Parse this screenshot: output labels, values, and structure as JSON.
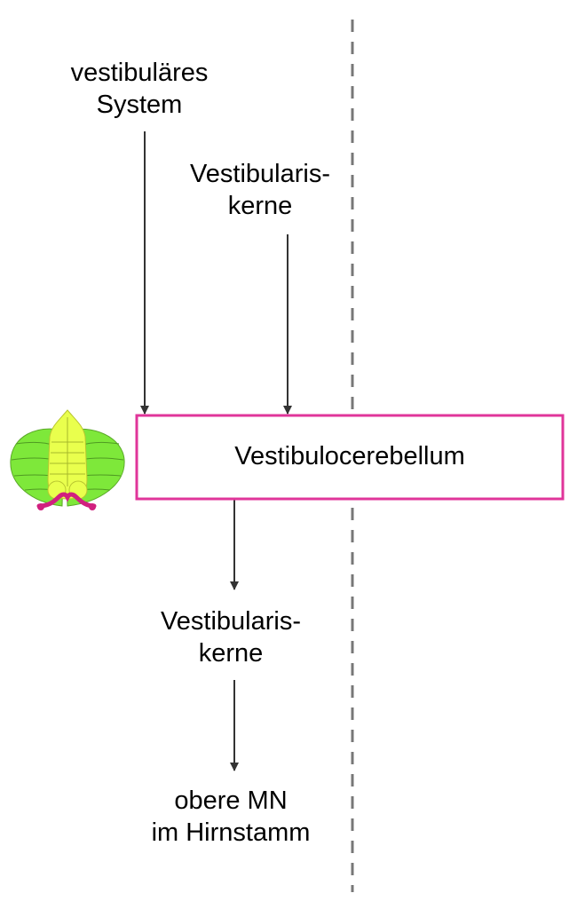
{
  "labels": {
    "vestibular_system": [
      "vestibuläres",
      "System"
    ],
    "nuclei_top": [
      "Vestibularis-",
      "kerne"
    ],
    "vestibulocerebellum": "Vestibulocerebellum",
    "nuclei_bottom": [
      "Vestibularis-",
      "kerne"
    ],
    "upper_mn": [
      "obere MN",
      "im Hirnstamm"
    ]
  },
  "colors": {
    "box_border": "#e0359a",
    "arrow": "#333333",
    "divider": "#777777",
    "cerebellum_lateral": "#7ee83a",
    "cerebellum_vermis": "#e9ff4d",
    "cerebellum_flocculus": "#d1207f"
  },
  "icons": {
    "cerebellum": "cerebellum-icon"
  }
}
